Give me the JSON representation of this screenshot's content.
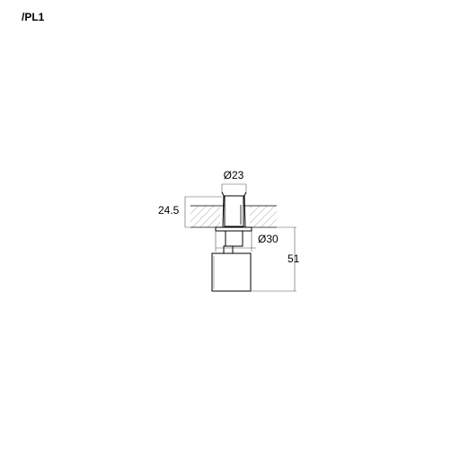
{
  "header": {
    "code": "/PL1"
  },
  "drawing": {
    "dimensions": {
      "cutout_diameter": "Ø23",
      "ceiling_thickness": "24.5",
      "flange_diameter": "Ø30",
      "body_height": "51"
    },
    "colors": {
      "line": "#000000",
      "dimension_line": "#555555",
      "hatch": "#888888"
    }
  }
}
